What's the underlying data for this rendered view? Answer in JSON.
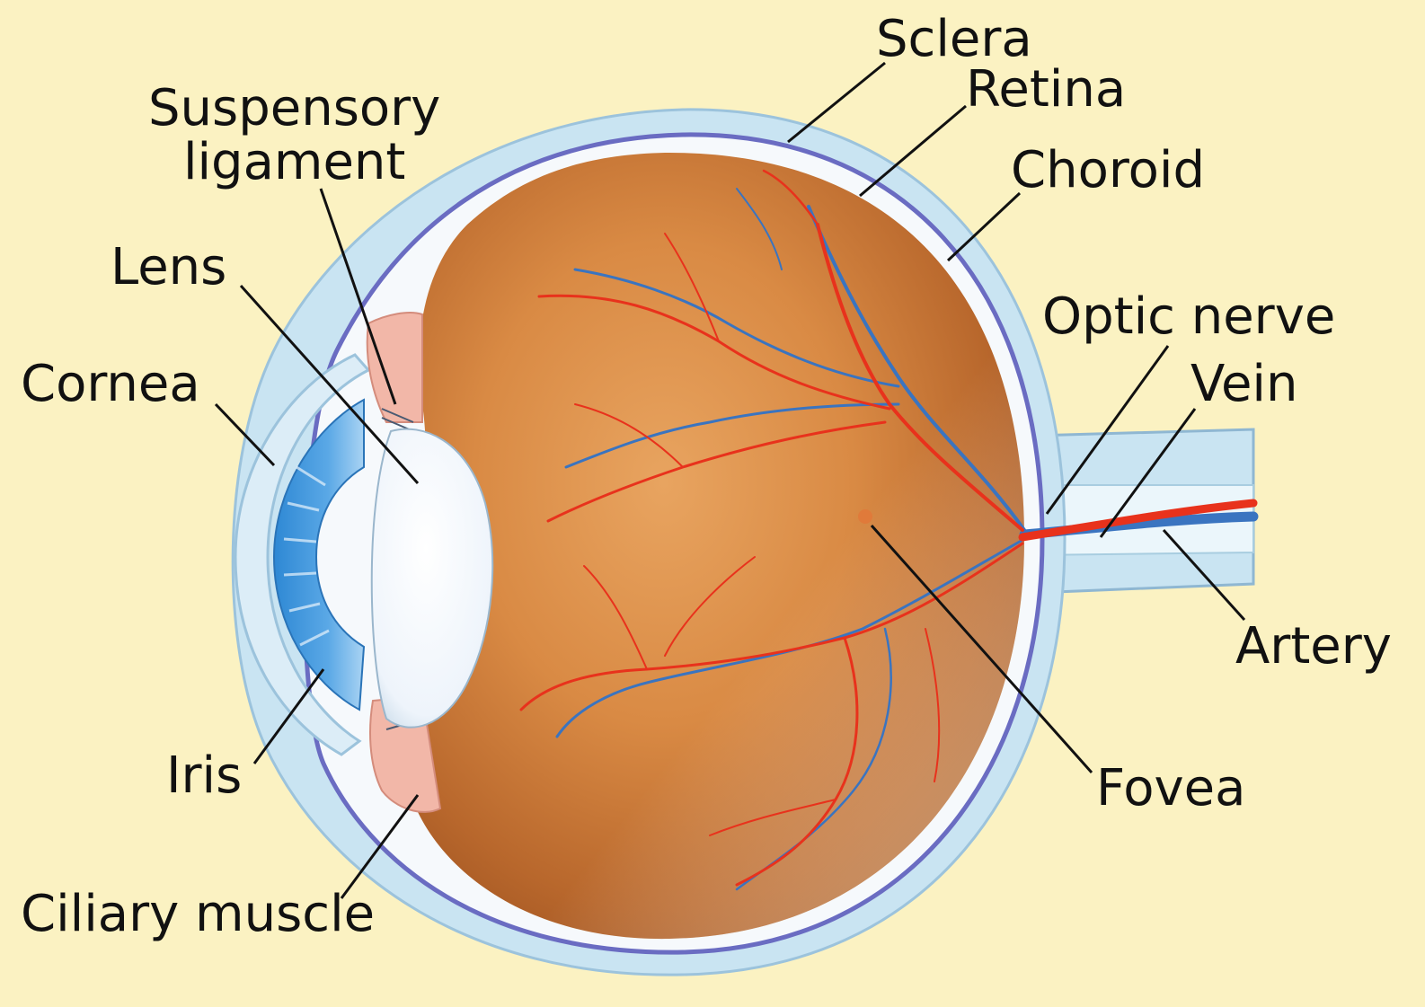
{
  "diagram": {
    "labels": {
      "sclera": "Sclera",
      "retina": "Retina",
      "choroid": "Choroid",
      "suspensory_ligament": [
        "Suspensory",
        "ligament"
      ],
      "lens": "Lens",
      "cornea": "Cornea",
      "iris": "Iris",
      "ciliary_muscle": "Ciliary muscle",
      "optic_nerve": "Optic nerve",
      "vein": "Vein",
      "artery": "Artery",
      "fovea": "Fovea"
    },
    "colors": {
      "background": "#fbf2c2",
      "sclera": "#c9e4f2",
      "choroid": "#6a6cc2",
      "interior": "#d98a44",
      "iris": "#2e88d4",
      "lens": "#f4f8ff",
      "artery": "#e8321c",
      "vein": "#3a74c0"
    }
  }
}
